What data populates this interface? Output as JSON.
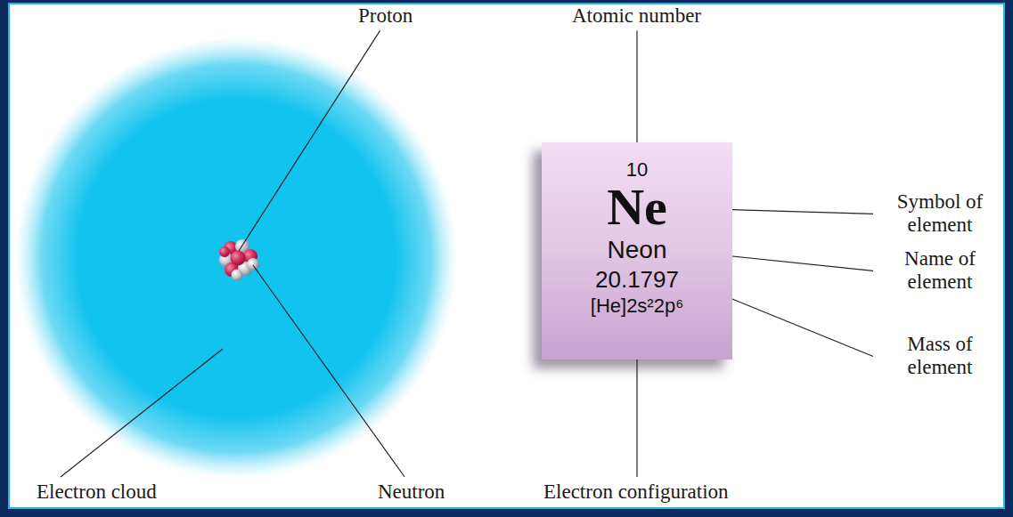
{
  "diagram": {
    "nodes": [
      {
        "text": [
          "10",
          "Ne",
          "Neon",
          "20.1797",
          "[He]2s²2p⁶"
        ]
      }
    ],
    "labels": [
      "Proton",
      "Atomic number",
      "Symbol of element",
      "Name of element",
      "Mass of element",
      "Electron cloud",
      "Neutron",
      "Electron configuration"
    ]
  }
}
